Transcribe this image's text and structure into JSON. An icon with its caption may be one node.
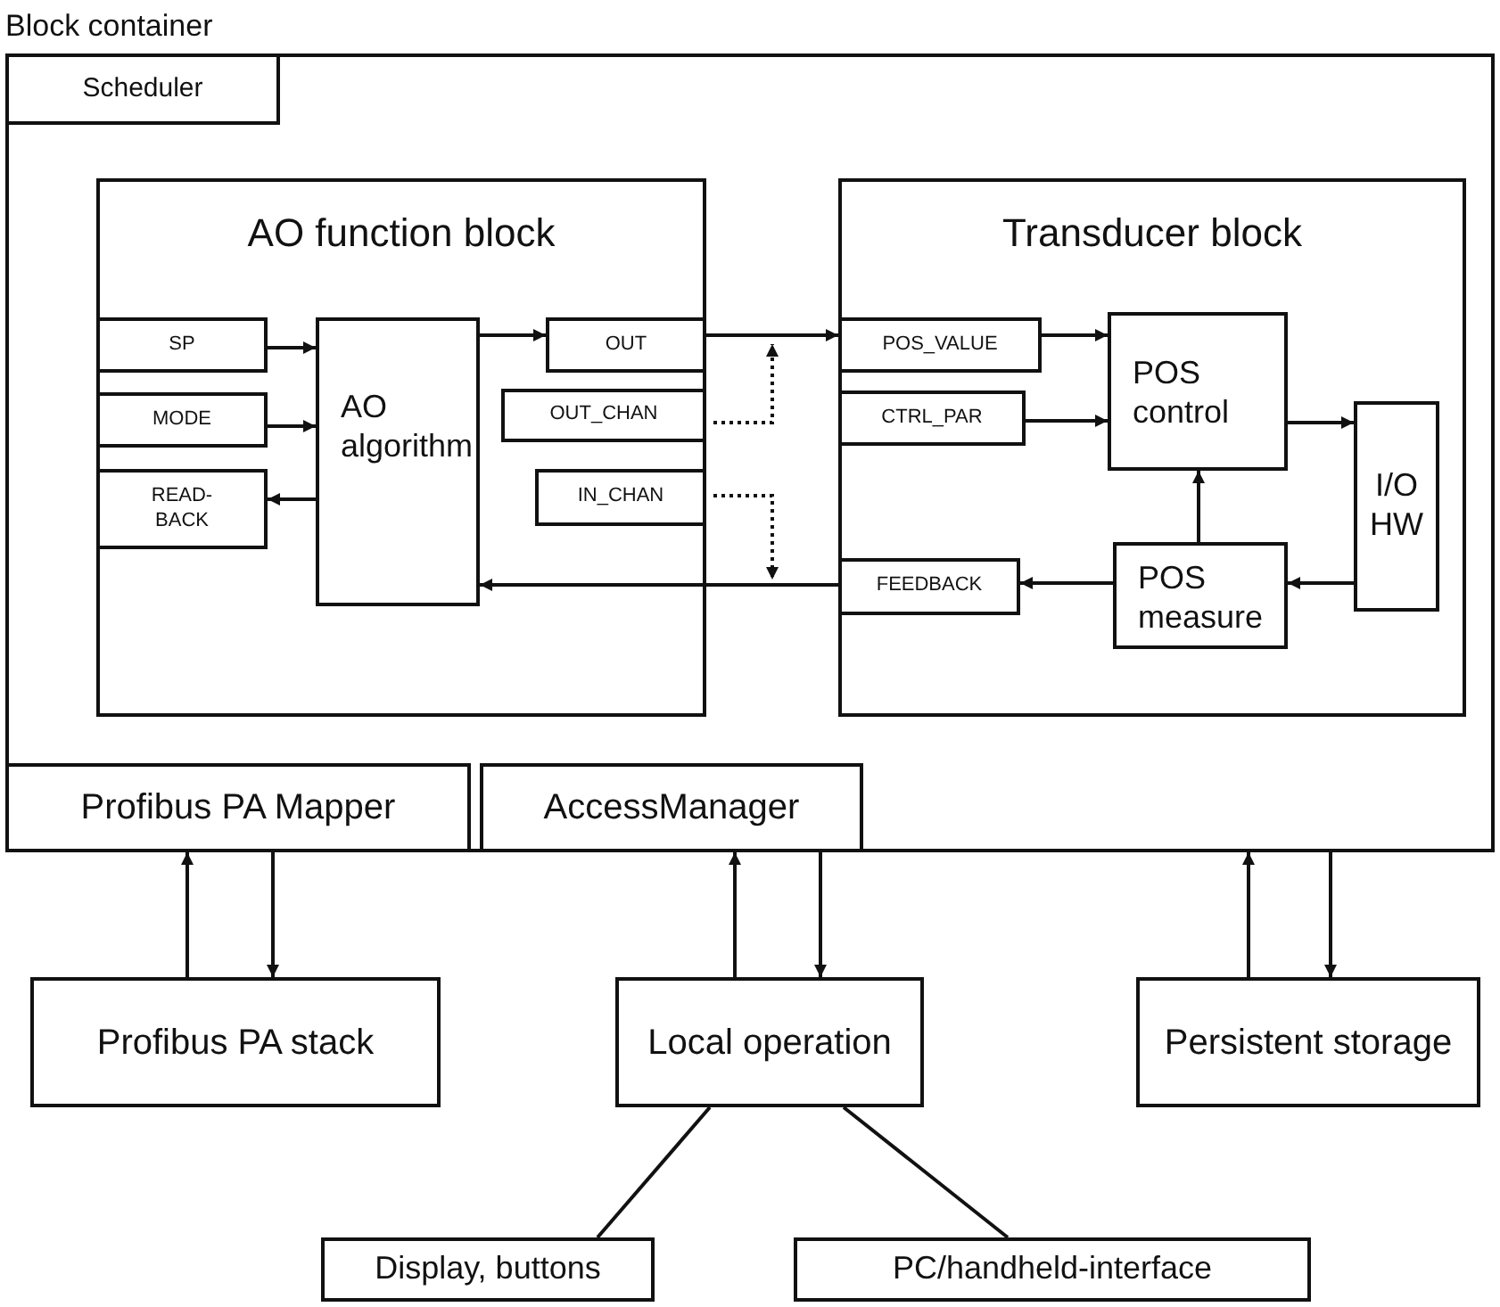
{
  "diagram": {
    "nodes": [
      {
        "text": [
          "Block container"
        ]
      },
      {
        "text": [
          "Scheduler"
        ],
        "in": 0
      },
      {
        "text": [
          "AO function block"
        ],
        "in": 0
      },
      {
        "text": [
          "SP"
        ],
        "in": 2
      },
      {
        "text": [
          "MODE"
        ],
        "in": 2
      },
      {
        "text": [
          "READ-BACK"
        ],
        "in": 2
      },
      {
        "text": [
          "AO algorithm"
        ],
        "in": 2
      },
      {
        "text": [
          "OUT"
        ],
        "in": 2
      },
      {
        "text": [
          "OUT_CHAN"
        ],
        "in": 2
      },
      {
        "text": [
          "IN_CHAN"
        ],
        "in": 2
      },
      {
        "text": [
          "Transducer block"
        ],
        "in": 0
      },
      {
        "text": [
          "POS_VALUE"
        ],
        "in": 10
      },
      {
        "text": [
          "CTRL_PAR"
        ],
        "in": 10
      },
      {
        "text": [
          "POS control"
        ],
        "in": 10
      },
      {
        "text": [
          "I/O HW"
        ],
        "in": 10
      },
      {
        "text": [
          "POS measure"
        ],
        "in": 10
      },
      {
        "text": [
          "FEEDBACK"
        ],
        "in": 10
      },
      {
        "text": [
          "Profibus PA Mapper"
        ],
        "in": 0
      },
      {
        "text": [
          "AccessManager"
        ],
        "in": 0
      },
      {
        "text": [
          "Profibus PA stack"
        ]
      },
      {
        "text": [
          "Local operation"
        ]
      },
      {
        "text": [
          "Persistent storage"
        ]
      },
      {
        "text": [
          "Display, buttons"
        ]
      },
      {
        "text": [
          "PC/handheld-interface"
        ]
      }
    ],
    "edges": [
      {
        "from": 3,
        "to": 6,
        "arrow": "to"
      },
      {
        "from": 4,
        "to": 6,
        "arrow": "to"
      },
      {
        "from": 6,
        "to": 5,
        "arrow": "to"
      },
      {
        "from": 6,
        "to": 7,
        "arrow": "to"
      },
      {
        "from": 7,
        "to": 11,
        "arrow": "to"
      },
      {
        "from": 8,
        "to": null,
        "arrow": "to",
        "style": "dashed"
      },
      {
        "from": 9,
        "to": null,
        "arrow": "to",
        "style": "dashed"
      },
      {
        "from": 16,
        "to": 6,
        "arrow": "to"
      },
      {
        "from": 11,
        "to": 13,
        "arrow": "to"
      },
      {
        "from": 12,
        "to": 13,
        "arrow": "to"
      },
      {
        "from": 13,
        "to": 14,
        "arrow": "to"
      },
      {
        "from": 14,
        "to": 15,
        "arrow": "to"
      },
      {
        "from": 15,
        "to": 13,
        "arrow": "to"
      },
      {
        "from": 15,
        "to": 16,
        "arrow": "to"
      },
      {
        "from": 19,
        "to": 17,
        "arrow": "to"
      },
      {
        "from": 17,
        "to": 19,
        "arrow": "to"
      },
      {
        "from": 20,
        "to": 18,
        "arrow": "to"
      },
      {
        "from": 18,
        "to": 20,
        "arrow": "to"
      },
      {
        "from": 21,
        "to": 0,
        "arrow": "to"
      },
      {
        "from": 0,
        "to": 21,
        "arrow": "to"
      },
      {
        "from": 20,
        "to": 22,
        "arrow": "none"
      },
      {
        "from": 20,
        "to": 23,
        "arrow": "none"
      }
    ]
  }
}
